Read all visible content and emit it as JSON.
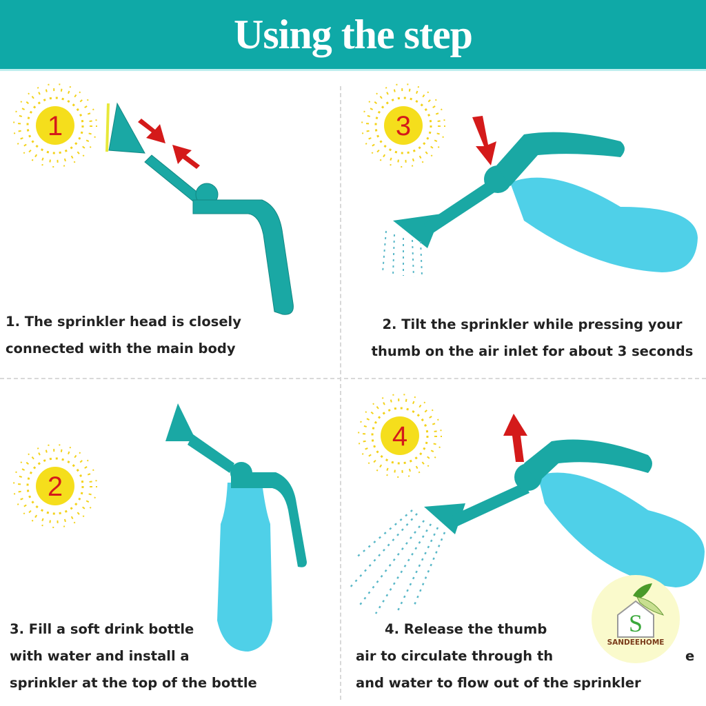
{
  "title": "Using the step",
  "colors": {
    "header": "#0fa9a7",
    "sprinkler": "#1aa8a4",
    "bottle": "#4fd0e8",
    "arrow": "#d41a1a",
    "sun": "#f3d21a"
  },
  "steps": [
    {
      "badge": "1",
      "caption": [
        "1. The sprinkler head is closely",
        "connected with the main body"
      ]
    },
    {
      "badge": "3",
      "caption": [
        "2. Tilt the sprinkler while pressing your",
        "thumb on the air inlet for about 3 seconds"
      ]
    },
    {
      "badge": "2",
      "caption": [
        "3. Fill a soft drink bottle",
        "with water and install  a",
        "sprinkler at the top of the bottle"
      ]
    },
    {
      "badge": "4",
      "caption": [
        "4. Release the thumb",
        "air to circulate through th",
        "e",
        "and water to flow out of the sprinkler"
      ]
    }
  ],
  "logo": {
    "brand": "SANDEEHOME",
    "letter": "S"
  }
}
